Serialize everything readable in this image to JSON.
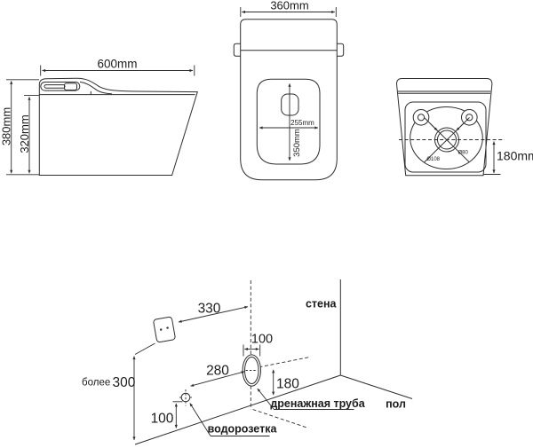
{
  "side_view": {
    "depth_label": "600mm",
    "height_label": "380mm",
    "bowl_height_label": "320mm"
  },
  "top_view": {
    "width_label": "360mm",
    "seat_width_label": "255mm",
    "seat_depth_label": "350mm"
  },
  "rear_view": {
    "drain_height_label": "180mm",
    "drain_diameter_label": "Ø108",
    "flush_diameter_label": "Ø80"
  },
  "installation": {
    "wall_to_outlet_label": "330",
    "drain_width_label": "100",
    "outlet_to_drain_label": "280",
    "drain_height_label": "180",
    "socket_height_label": "100",
    "min_height_prefix": "более",
    "min_height_value": "300",
    "wall_label": "стена",
    "floor_label": "пол",
    "drain_pipe_label": "дренажная труба",
    "water_socket_label": "водорозетка"
  }
}
